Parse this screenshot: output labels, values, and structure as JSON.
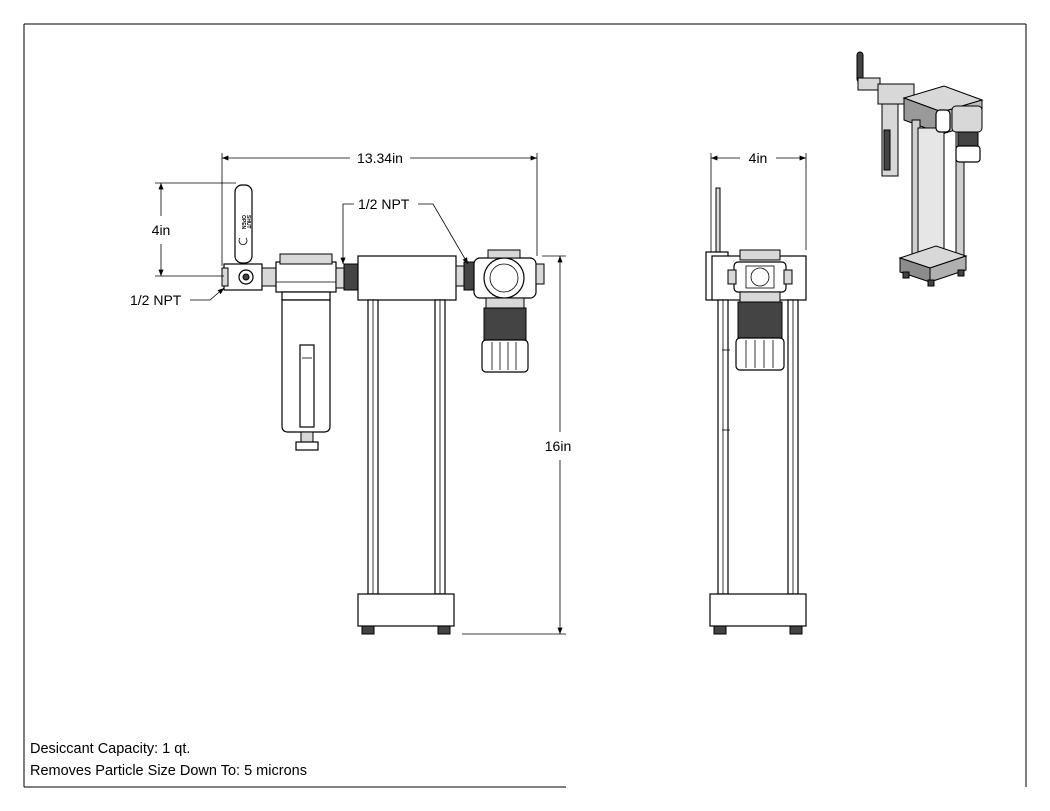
{
  "dimensions": {
    "overall_width": "13.34in",
    "valve_height": "4in",
    "overall_height": "16in",
    "side_depth": "4in"
  },
  "callouts": {
    "inlet_port": "1/2 NPT",
    "outlet_port": "1/2 NPT"
  },
  "valve_label": {
    "line1": "OPEN",
    "line2": "SHUT"
  },
  "notes": {
    "desiccant_capacity": "Desiccant Capacity: 1 qt.",
    "particle_size": "Removes Particle Size Down To: 5 microns"
  }
}
